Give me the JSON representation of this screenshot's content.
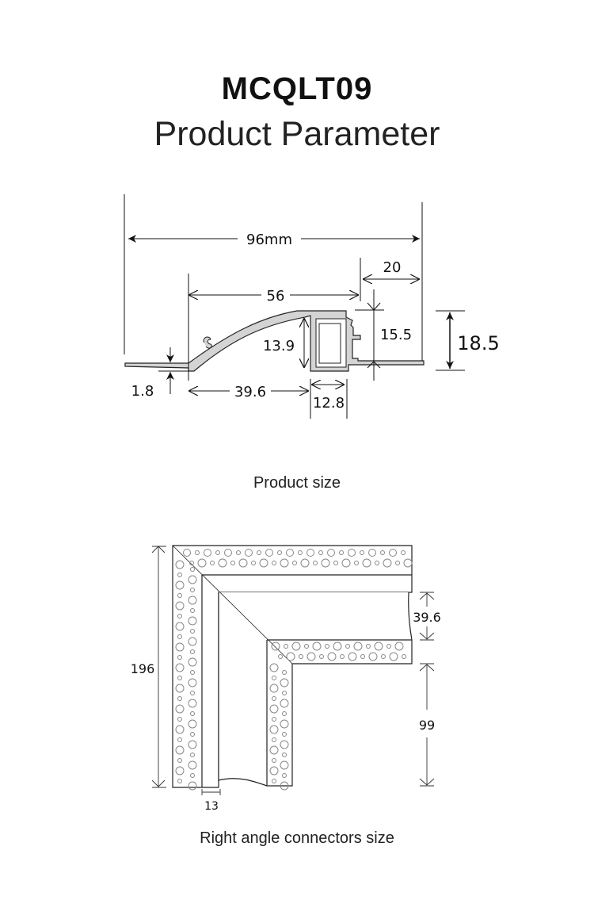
{
  "header": {
    "model": "MCQLT09",
    "subtitle": "Product Parameter"
  },
  "profile_diagram": {
    "caption": "Product size",
    "dimensions": {
      "total_width": "96mm",
      "right_flange": "20",
      "curve_span": "56",
      "channel_height": "13.9",
      "inner_height": "15.5",
      "total_height": "18.5",
      "thickness": "1.8",
      "base_span": "39.6",
      "channel_width": "12.8"
    }
  },
  "connector_diagram": {
    "caption": "Right angle connectors size",
    "dimensions": {
      "height": "196",
      "opening": "39.6",
      "leg": "99",
      "strip": "13"
    }
  }
}
